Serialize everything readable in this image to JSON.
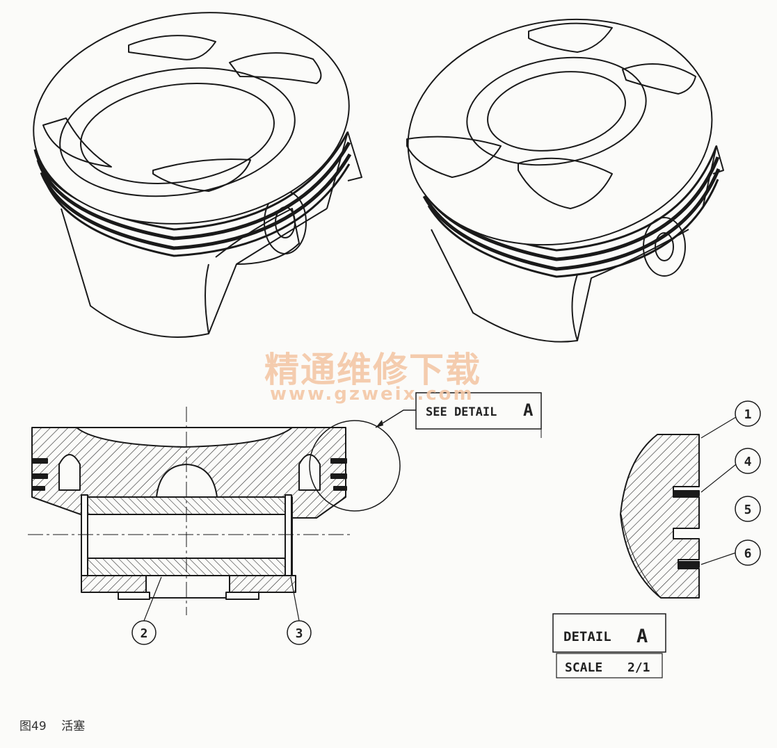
{
  "callouts": {
    "see_detail": "SEE DETAIL",
    "detail_letter": "A",
    "detail_title": "DETAIL",
    "scale_label": "SCALE",
    "scale_value": "2/1"
  },
  "parts": [
    "1",
    "2",
    "3",
    "4",
    "5",
    "6"
  ],
  "watermark": {
    "cn": "精通维修下载",
    "url": "www.gzweix.com"
  },
  "caption": {
    "figure": "图49",
    "title": "活塞"
  }
}
